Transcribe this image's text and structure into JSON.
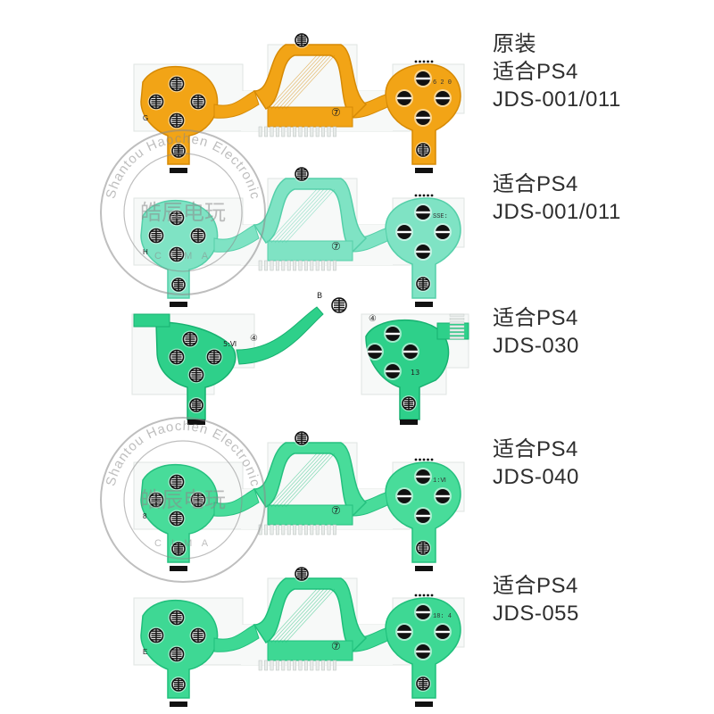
{
  "products": [
    {
      "id": "jds-001-original",
      "film_color": "#f2a416",
      "film_dark": "#d68a05",
      "lines": [
        "原装",
        "适合PS4",
        "JDS-001/011"
      ],
      "markings": [
        "G",
        "⑦",
        "6 2 0"
      ]
    },
    {
      "id": "jds-001",
      "film_color": "#7fe3c4",
      "film_dark": "#55cfa9",
      "lines": [
        "适合PS4",
        "JDS-001/011"
      ],
      "markings": [
        "H",
        "⑦",
        "SSE:"
      ]
    },
    {
      "id": "jds-030",
      "film_color": "#2ed08a",
      "film_dark": "#17b170",
      "lines": [
        "适合PS4",
        "JDS-030"
      ],
      "markings": [
        "B",
        "④",
        "④",
        "5:Ⅵ",
        "13"
      ]
    },
    {
      "id": "jds-040",
      "film_color": "#48dc9a",
      "film_dark": "#25c07f",
      "lines": [
        "适合PS4",
        "JDS-040"
      ],
      "markings": [
        "8",
        "⑦",
        "1:Ⅵ"
      ]
    },
    {
      "id": "jds-055",
      "film_color": "#3ed894",
      "film_dark": "#1fbf7b",
      "lines": [
        "适合PS4",
        "JDS-055"
      ],
      "markings": [
        "E",
        "⑦",
        "18: 4"
      ]
    }
  ],
  "watermark": {
    "ring_text": "Shantou Haochen Electronic",
    "center_text": "皓辰电玩",
    "sub_text": "C I M A",
    "color": "#8a8a8a"
  }
}
